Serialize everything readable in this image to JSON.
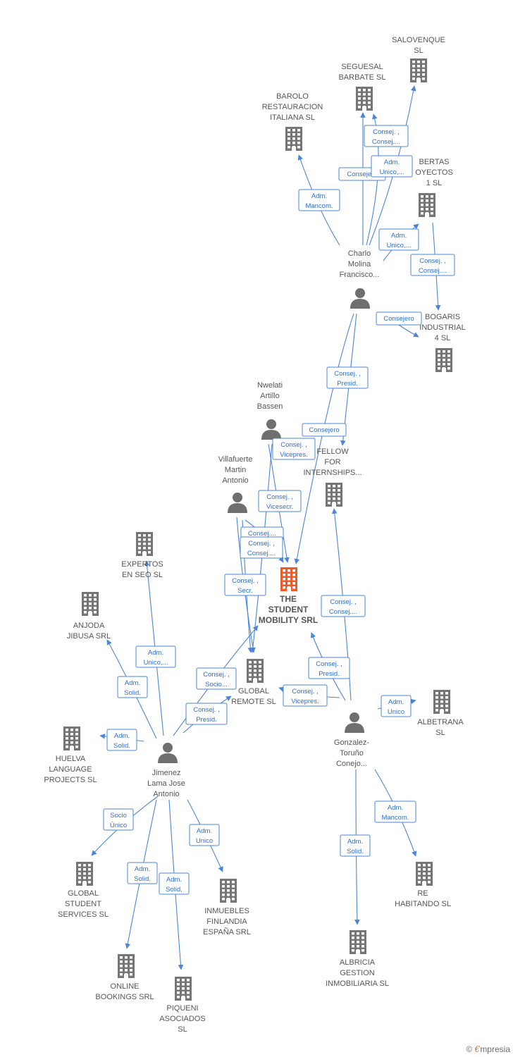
{
  "colors": {
    "edge": "#4a86d8",
    "building": "#757575",
    "main_building": "#f05a2a",
    "person": "#6f6f6f"
  },
  "nodes": [
    {
      "id": "salovenque",
      "type": "company",
      "lines": [
        "SALOVENQUE",
        "SL"
      ]
    },
    {
      "id": "seguesal",
      "type": "company",
      "lines": [
        "SEGUESAL",
        "BARBATE  SL"
      ]
    },
    {
      "id": "barolo",
      "type": "company",
      "lines": [
        "BAROLO",
        "RESTAURACION",
        "ITALIANA SL"
      ]
    },
    {
      "id": "bertas",
      "type": "company",
      "lines": [
        "BERTAS",
        "OYECTOS",
        "1 SL"
      ]
    },
    {
      "id": "charlo",
      "type": "person",
      "lines": [
        "Charlo",
        "Molina",
        "Francisco..."
      ]
    },
    {
      "id": "bogaris",
      "type": "company",
      "lines": [
        "BOGARIS",
        "INDUSTRIAL",
        "4 SL"
      ]
    },
    {
      "id": "nwelati",
      "type": "person",
      "lines": [
        "Nwelati",
        "Artillo",
        "Bassen"
      ]
    },
    {
      "id": "fellow",
      "type": "company",
      "lines": [
        "FELLOW",
        "FOR",
        "INTERNSHIPS..."
      ]
    },
    {
      "id": "villafuerte",
      "type": "person",
      "lines": [
        "Villafuerte",
        "Martin",
        "Antonio"
      ]
    },
    {
      "id": "student",
      "type": "main",
      "lines": [
        "THE",
        "STUDENT",
        "MOBILITY SRL"
      ]
    },
    {
      "id": "expertos",
      "type": "company",
      "lines": [
        "EXPERTOS",
        "EN SEO  SL"
      ]
    },
    {
      "id": "anjoda",
      "type": "company",
      "lines": [
        "ANJODA",
        "JIBUSA SRL"
      ]
    },
    {
      "id": "global_remote",
      "type": "company",
      "lines": [
        "GLOBAL",
        "REMOTE  SL"
      ]
    },
    {
      "id": "albetrana",
      "type": "company",
      "lines": [
        "ALBETRANA",
        "SL"
      ]
    },
    {
      "id": "gonzalez",
      "type": "person",
      "lines": [
        "Gonzalez-",
        "Toruño",
        "Conejo..."
      ]
    },
    {
      "id": "huelva",
      "type": "company",
      "lines": [
        "HUELVA",
        "LANGUAGE",
        "PROJECTS  SL"
      ]
    },
    {
      "id": "jimenez",
      "type": "person",
      "lines": [
        "Jimenez",
        "Lama Jose",
        "Antonio"
      ]
    },
    {
      "id": "global_student",
      "type": "company",
      "lines": [
        "GLOBAL",
        "STUDENT",
        "SERVICES SL"
      ]
    },
    {
      "id": "inmuebles",
      "type": "company",
      "lines": [
        "INMUEBLES",
        "FINLANDIA",
        "ESPAÑA SRL"
      ]
    },
    {
      "id": "re_habitando",
      "type": "company",
      "lines": [
        "RE",
        "HABITANDO SL"
      ]
    },
    {
      "id": "online",
      "type": "company",
      "lines": [
        "ONLINE",
        "BOOKINGS SRL"
      ]
    },
    {
      "id": "piqueni",
      "type": "company",
      "lines": [
        "PIQUENI",
        "ASOCIADOS",
        "SL"
      ]
    },
    {
      "id": "albricia",
      "type": "company",
      "lines": [
        "ALBRICIA",
        "GESTION",
        "INMOBILIARIA SL"
      ]
    }
  ],
  "edges": [
    {
      "from": "charlo",
      "to": "barolo",
      "lines": [
        "Adm.",
        "Mancom."
      ]
    },
    {
      "from": "charlo",
      "to": "seguesal",
      "lines": [
        "Consejero"
      ]
    },
    {
      "from": "charlo",
      "to": "seguesal",
      "lines": [
        "Consej. ,",
        "Consej...."
      ]
    },
    {
      "from": "charlo",
      "to": "salovenque",
      "lines": [
        "Adm.",
        "Unico,..."
      ]
    },
    {
      "from": "charlo",
      "to": "bertas",
      "lines": [
        "Adm.",
        "Unico,..."
      ]
    },
    {
      "from": "bertas",
      "to": "bogaris",
      "lines": [
        "Consej. ,",
        "Consej...."
      ]
    },
    {
      "from": "charlo",
      "to": "bogaris",
      "lines": [
        "Consejero"
      ]
    },
    {
      "from": "charlo",
      "to": "student",
      "lines": [
        "Consej. ,",
        "Presid."
      ]
    },
    {
      "from": "charlo",
      "to": "fellow",
      "lines": [
        "Consejero"
      ]
    },
    {
      "from": "nwelati",
      "to": "student",
      "lines": [
        "Consej. ,",
        "Vicepres."
      ]
    },
    {
      "from": "nwelati",
      "to": "global_remote",
      "lines": [
        "Consej. ,",
        "Vicesecr."
      ]
    },
    {
      "from": "villafuerte",
      "to": "student",
      "lines": [
        "Consej...."
      ]
    },
    {
      "from": "villafuerte",
      "to": "global_remote",
      "lines": [
        "Consej. ,",
        "Consej...."
      ]
    },
    {
      "from": "villafuerte",
      "to": "global_remote",
      "lines": [
        "Consej. ,",
        "Secr."
      ]
    },
    {
      "from": "gonzalez",
      "to": "fellow",
      "lines": [
        "Consej. ,",
        "Consej...."
      ]
    },
    {
      "from": "gonzalez",
      "to": "student",
      "lines": [
        "Consej. ,",
        "Presid."
      ]
    },
    {
      "from": "gonzalez",
      "to": "global_remote",
      "lines": [
        "Consej. ,",
        "Vicepres."
      ]
    },
    {
      "from": "gonzalez",
      "to": "albetrana",
      "lines": [
        "Adm.",
        "Unico"
      ]
    },
    {
      "from": "gonzalez",
      "to": "re_habitando",
      "lines": [
        "Adm.",
        "Mancom."
      ]
    },
    {
      "from": "gonzalez",
      "to": "albricia",
      "lines": [
        "Adm.",
        "Solid."
      ]
    },
    {
      "from": "jimenez",
      "to": "expertos",
      "lines": [
        "Adm.",
        "Unico,..."
      ]
    },
    {
      "from": "jimenez",
      "to": "anjoda",
      "lines": [
        "Adm.",
        "Solid."
      ]
    },
    {
      "from": "jimenez",
      "to": "student",
      "lines": [
        "Consej. ,",
        "Socio..."
      ]
    },
    {
      "from": "jimenez",
      "to": "global_remote",
      "lines": [
        "Consej. ,",
        "Presid."
      ]
    },
    {
      "from": "jimenez",
      "to": "huelva",
      "lines": [
        "Adm.",
        "Solid."
      ]
    },
    {
      "from": "jimenez",
      "to": "global_student",
      "lines": [
        "Socio",
        "Único"
      ]
    },
    {
      "from": "jimenez",
      "to": "inmuebles",
      "lines": [
        "Adm.",
        "Unico"
      ]
    },
    {
      "from": "jimenez",
      "to": "online",
      "lines": [
        "Adm.",
        "Solid."
      ]
    },
    {
      "from": "jimenez",
      "to": "piqueni",
      "lines": [
        "Adm.",
        "Solid."
      ]
    }
  ],
  "watermark": {
    "symbol": "©",
    "brand_initial": "€",
    "brand_rest": "mpresia"
  }
}
